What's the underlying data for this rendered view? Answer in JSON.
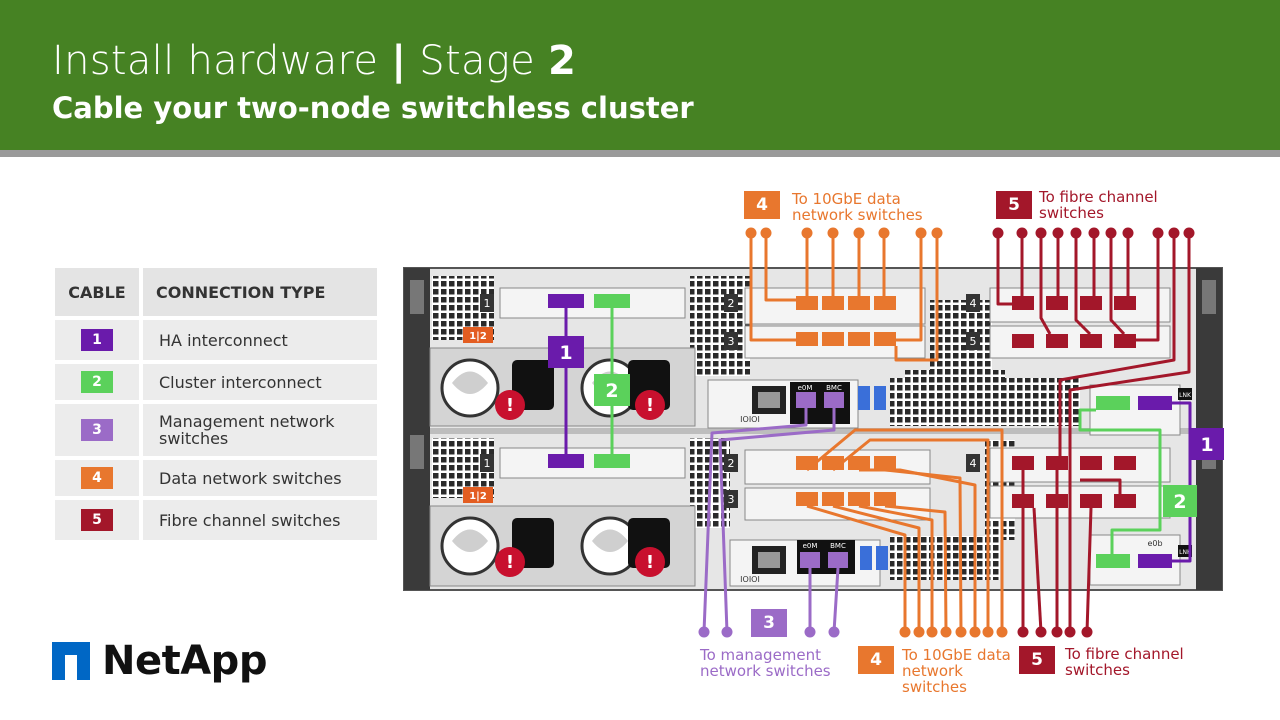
{
  "header": {
    "title_main": "Install hardware",
    "title_sep": "|",
    "title_stage": "Stage",
    "title_stage_num": "2",
    "subtitle": "Cable your two-node switchless cluster"
  },
  "legend": {
    "col_cable": "CABLE",
    "col_type": "CONNECTION TYPE",
    "rows": [
      {
        "num": "1",
        "label": "HA interconnect",
        "color": "#6a1bab"
      },
      {
        "num": "2",
        "label": "Cluster interconnect",
        "color": "#5bd15b"
      },
      {
        "num": "3",
        "label": "Management network switches",
        "color": "#9b6bc7"
      },
      {
        "num": "4",
        "label": "Data network switches",
        "color": "#e8772e"
      },
      {
        "num": "5",
        "label": "Fibre channel switches",
        "color": "#a3172a"
      }
    ]
  },
  "callouts": {
    "top_data": {
      "num": "4",
      "text": "To 10GbE data network switches"
    },
    "top_fc": {
      "num": "5",
      "text": "To fibre channel switches"
    },
    "bottom_mgmt": {
      "num": "3",
      "text": "To management network switches"
    },
    "bottom_data": {
      "num": "4",
      "text": "To 10GbE data network switches"
    },
    "bottom_fc": {
      "num": "5",
      "text": "To fibre channel switches"
    }
  },
  "chassis": {
    "slot_labels": [
      "1",
      "2",
      "3",
      "4",
      "5"
    ],
    "port_e0m": "e0M",
    "port_bmc": "BMC",
    "port_ioio": "IOIOI",
    "port_lnk": "LNK",
    "port_e0b": "e0b",
    "warning_glyph": "!",
    "psu_tag": "1|2"
  },
  "colors": {
    "header_green": "#468223",
    "netapp_blue": "#0067c5",
    "ha": "#6a1bab",
    "cluster": "#5bd15b",
    "mgmt": "#9b6bc7",
    "data": "#e8772e",
    "fc": "#a3172a"
  },
  "logo": {
    "text": "NetApp"
  }
}
